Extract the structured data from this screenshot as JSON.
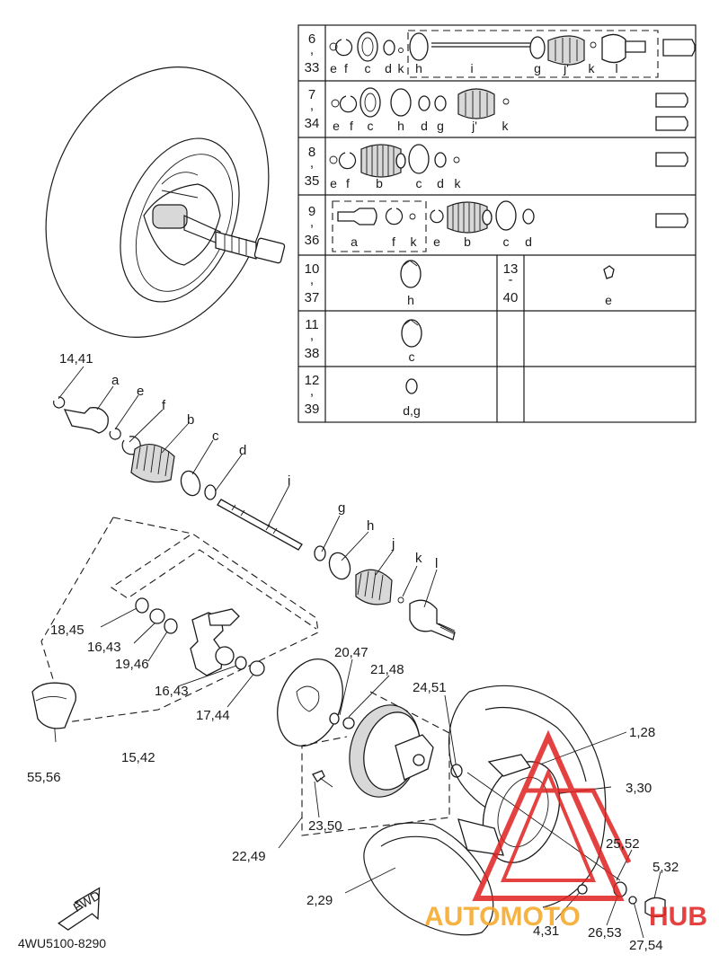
{
  "table": {
    "rows": [
      {
        "num_top": "6",
        "num_mid": ",",
        "num_bot": "33",
        "letters": [
          "e",
          "f",
          "c",
          "d",
          "k",
          "h",
          "i",
          "g",
          "j'",
          "k",
          "l"
        ]
      },
      {
        "num_top": "7",
        "num_mid": ",",
        "num_bot": "34",
        "letters": [
          "e",
          "f",
          "c",
          "h",
          "d",
          "g",
          "j'",
          "k"
        ]
      },
      {
        "num_top": "8",
        "num_mid": ",",
        "num_bot": "35",
        "letters": [
          "e",
          "f",
          "b",
          "c",
          "d",
          "k"
        ]
      },
      {
        "num_top": "9",
        "num_mid": ",",
        "num_bot": "36",
        "letters": [
          "a",
          "f",
          "k",
          "e",
          "b",
          "c",
          "d"
        ]
      },
      {
        "num_top": "10",
        "num_mid": ",",
        "num_bot": "37",
        "letters": [
          "h"
        ],
        "side_top": "13",
        "side_mid": "-",
        "side_bot": "40",
        "side_letters": [
          "e"
        ]
      },
      {
        "num_top": "11",
        "num_mid": ",",
        "num_bot": "38",
        "letters": [
          "c"
        ]
      },
      {
        "num_top": "12",
        "num_mid": ",",
        "num_bot": "39",
        "letters": [
          "d,g"
        ]
      }
    ]
  },
  "exploded_labels": {
    "p1441": "14,41",
    "a": "a",
    "e": "e",
    "f": "f",
    "b": "b",
    "c": "c",
    "d": "d",
    "i": "i",
    "g": "g",
    "h": "h",
    "j": "j",
    "k": "k",
    "l": "l",
    "p1845": "18,45",
    "p1643a": "16,43",
    "p1946": "19,46",
    "p1643b": "16,43",
    "p1744": "17,44",
    "p1542": "15,42",
    "p5556": "55,56",
    "p2047": "20,47",
    "p2148": "21,48",
    "p2451": "24,51",
    "p2350": "23,50",
    "p2249": "22,49",
    "p128": "1,28",
    "p330": "3,30",
    "p2552": "25,52",
    "p532": "5,32",
    "p229": "2,29",
    "p431": "4,31",
    "p2653": "26,53",
    "p2754": "27,54"
  },
  "fwd_label": "FWD",
  "diagram_code": "4WU5100-8290",
  "watermark": {
    "text_left": "AUTOMOTO",
    "text_right": "HUB",
    "color_red": "#e02020",
    "color_orange": "#f5a623"
  }
}
